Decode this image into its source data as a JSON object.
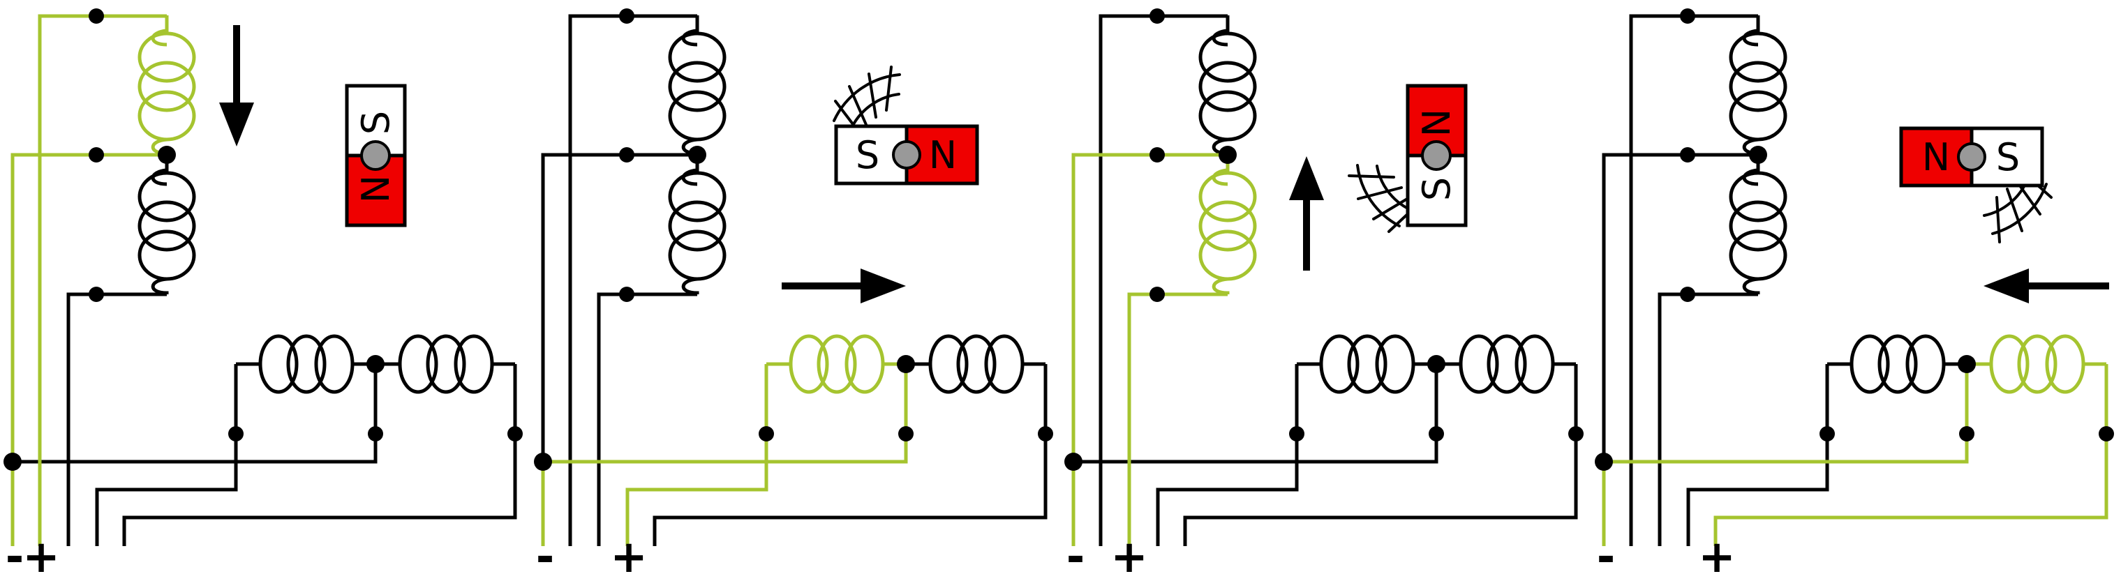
{
  "diagram": {
    "type": "stepper-motor-four-step-sequence",
    "colors": {
      "energized_wire": "#a5c42f",
      "wire": "#000000",
      "north_pole_fill": "#ef0000",
      "south_pole_fill": "#ffffff",
      "pivot_fill": "#999999"
    },
    "panels": [
      {
        "id": "step-1",
        "energized_coil": "vertical-top",
        "rotor_arrow_direction": "down",
        "magnet": {
          "orientation": "vertical",
          "pole_first": "S",
          "pole_second": "N"
        },
        "terminals": {
          "negative": "-",
          "positive": "+"
        }
      },
      {
        "id": "step-2",
        "energized_coil": "horizontal-left",
        "rotor_arrow_direction": "right",
        "magnet": {
          "orientation": "horizontal",
          "pole_first": "S",
          "pole_second": "N"
        },
        "terminals": {
          "negative": "-",
          "positive": "+"
        }
      },
      {
        "id": "step-3",
        "energized_coil": "vertical-bottom",
        "rotor_arrow_direction": "up",
        "magnet": {
          "orientation": "vertical",
          "pole_first": "N",
          "pole_second": "S"
        },
        "terminals": {
          "negative": "-",
          "positive": "+"
        }
      },
      {
        "id": "step-4",
        "energized_coil": "horizontal-right",
        "rotor_arrow_direction": "left",
        "magnet": {
          "orientation": "horizontal",
          "pole_first": "N",
          "pole_second": "S"
        },
        "terminals": {
          "negative": "-",
          "positive": "+"
        }
      }
    ]
  }
}
